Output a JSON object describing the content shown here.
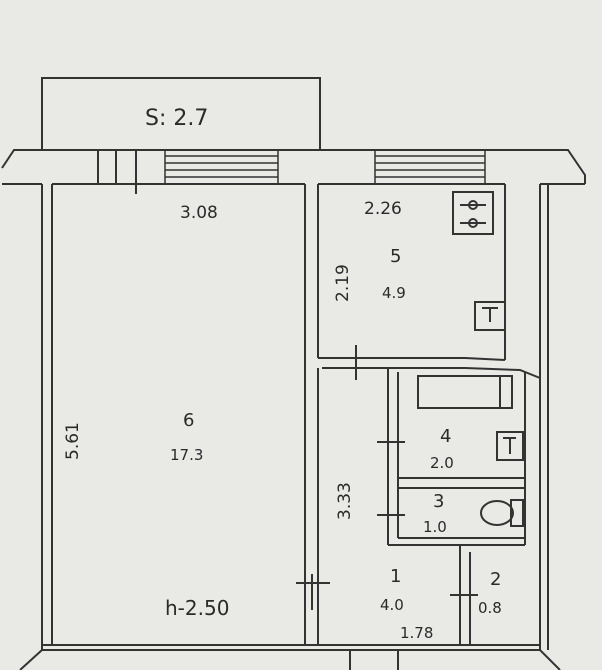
{
  "balcony": {
    "label": "S: 2.7"
  },
  "rooms": [
    {
      "id": "room-6",
      "number": "6",
      "area": "17.3"
    },
    {
      "id": "room-5",
      "number": "5",
      "area": "4.9"
    },
    {
      "id": "room-4",
      "number": "4",
      "area": "2.0"
    },
    {
      "id": "room-3",
      "number": "3",
      "area": "1.0"
    },
    {
      "id": "room-1",
      "number": "1",
      "area": "4.0"
    },
    {
      "id": "room-2",
      "number": "2",
      "area": "0.8"
    }
  ],
  "dimensions": {
    "living_width": "3.08",
    "kitchen_width": "2.26",
    "kitchen_depth": "2.19",
    "living_depth": "5.61",
    "hall_depth": "3.33",
    "hall_width": "1.78"
  },
  "ceiling_height": "h-2.50"
}
